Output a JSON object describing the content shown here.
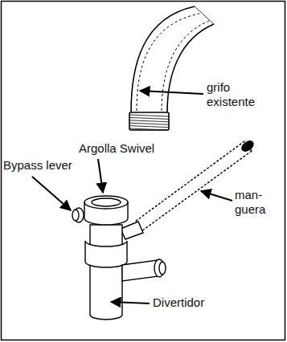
{
  "diagram": {
    "labels": [
      "grifo existente",
      "Argolla Swivel",
      "Bypass lever",
      "man- guera",
      "Divertidor"
    ]
  }
}
